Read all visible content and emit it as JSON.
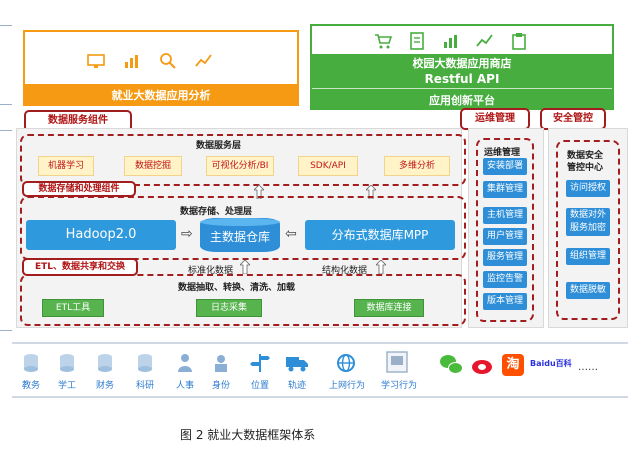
{
  "top_left": {
    "title": "就业大数据应用分析"
  },
  "top_right": {
    "line1": "校园大数据应用商店",
    "line2": "Restful API",
    "line3": "应用创新平台"
  },
  "labels": {
    "data_service_component": "数据服务组件",
    "ops_mgmt": "运维管理",
    "security_ctrl": "安全管控",
    "storage_component": "数据存储和处理组件",
    "etl_component": "ETL、数据共享和交换"
  },
  "service_layer": {
    "title": "数据服务层",
    "items": [
      "机器学习",
      "数据挖掘",
      "可视化分析/BI",
      "SDK/API",
      "多维分析"
    ]
  },
  "storage_layer": {
    "title": "数据存储、处理层",
    "hadoop": "Hadoop2.0",
    "master": "主数据仓库",
    "mpp": "分布式数据库MPP",
    "std_data": "标准化数据",
    "struct_data": "结构化数据"
  },
  "etl_layer": {
    "title": "数据抽取、转换、清洗、加载",
    "items": [
      "ETL工具",
      "日志采集",
      "数据库连接"
    ]
  },
  "ops_panel": {
    "title": "运维管理",
    "items": [
      "安装部署",
      "集群管理",
      "主机管理",
      "用户管理",
      "服务管理",
      "监控告警",
      "版本管理"
    ]
  },
  "security_panel": {
    "title_line1": "数据安全",
    "title_line2": "管控中心",
    "items": [
      {
        "line1": "访问授权",
        "line2": ""
      },
      {
        "line1": "数据对外",
        "line2": "服务加密"
      },
      {
        "line1": "组织管理",
        "line2": ""
      },
      {
        "line1": "数据脱敏",
        "line2": ""
      }
    ]
  },
  "sources": {
    "items": [
      "教务",
      "学工",
      "财务",
      "科研",
      "人事",
      "身份",
      "位置",
      "轨迹",
      "上网行为",
      "学习行为"
    ],
    "social_brand": "Baidu百科",
    "ellipsis": "……"
  },
  "caption": "图 2  就业大数据框架体系",
  "colors": {
    "orange": "#f59a12",
    "green": "#48ad3f",
    "blue": "#2e99dd",
    "darkred": "#a21d1d",
    "link_blue": "#2b7bd0"
  }
}
